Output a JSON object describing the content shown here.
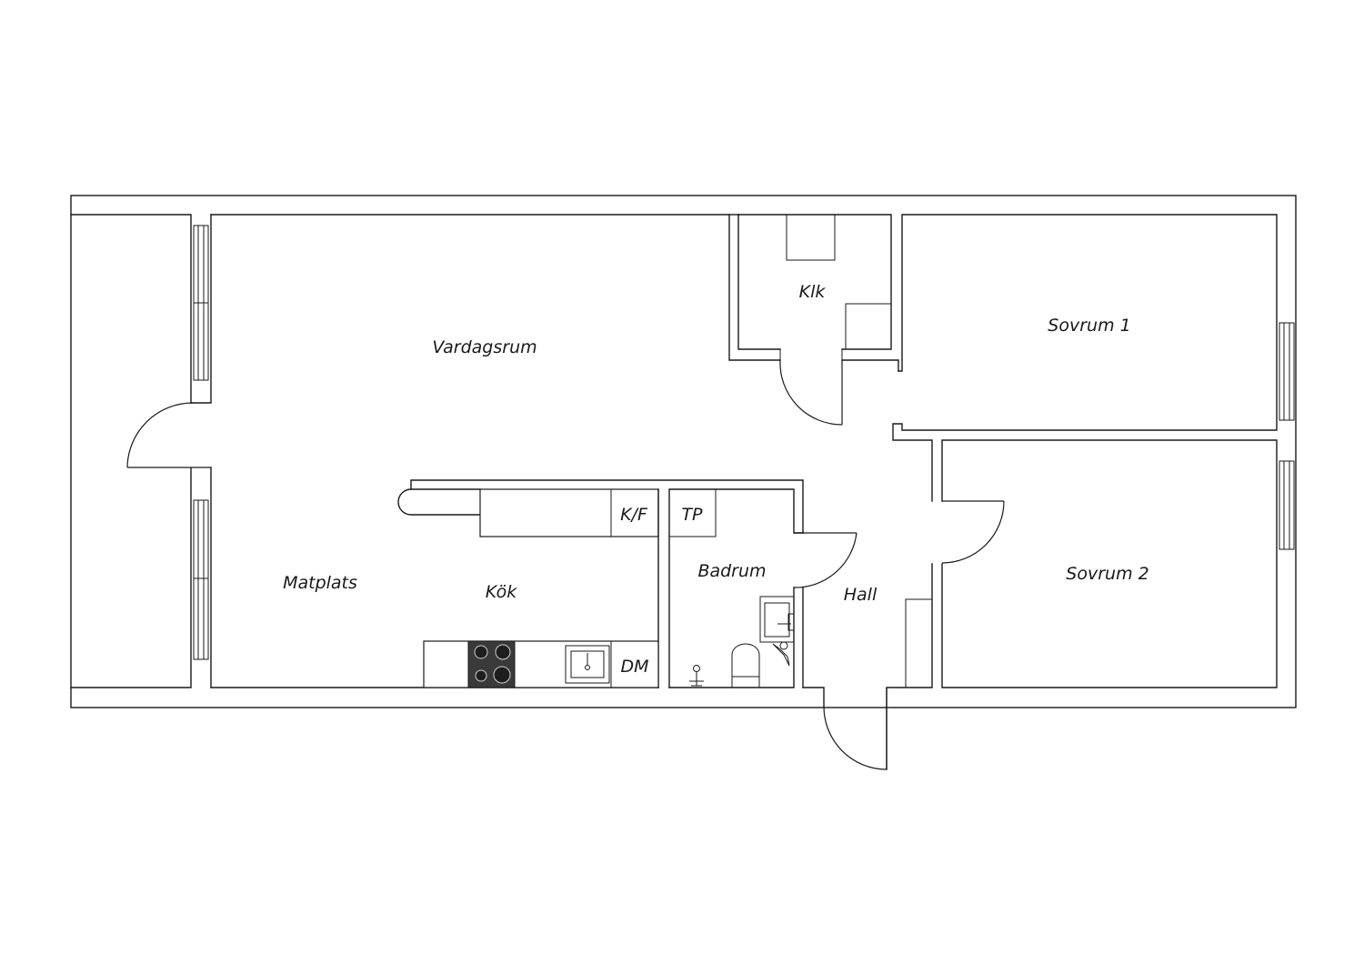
{
  "rooms": {
    "vardagsrum": "Vardagsrum",
    "klk": "Klk",
    "sovrum1": "Sovrum 1",
    "sovrum2": "Sovrum 2",
    "matplats": "Matplats",
    "kok": "Kök",
    "badrum": "Badrum",
    "hall": "Hall"
  },
  "fixtures": {
    "kf": "K/F",
    "tp": "TP",
    "dm": "DM"
  },
  "colors": {
    "line": "#1a1a1a",
    "background": "#ffffff",
    "hob": "#3a3a3a"
  }
}
